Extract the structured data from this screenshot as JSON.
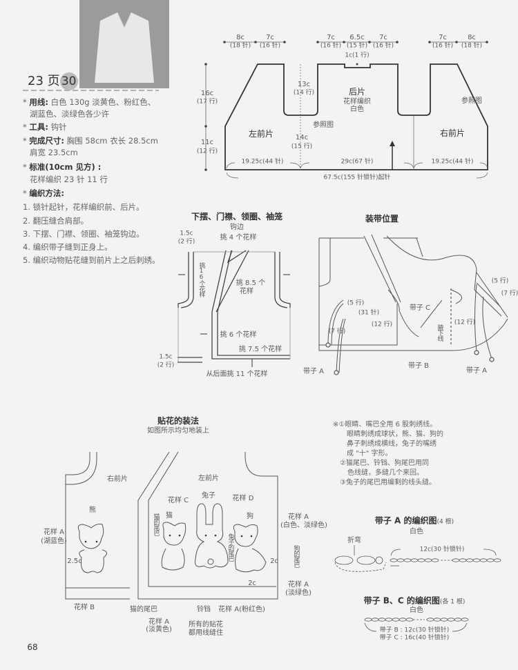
{
  "header": {
    "page_ref": "23 页",
    "badge": "30"
  },
  "specs": {
    "yarn_label": "用线:",
    "yarn_value": "白色 130g  淡黄色、粉红色、",
    "yarn_value2": "湖蓝色、淡绿色各少许",
    "tool_label": "工具:",
    "tool_value": "钩针",
    "size_label": "完成尺寸:",
    "size_value": "胸围 58cm  衣长 28.5cm",
    "size_value2": "肩宽 23.5cm",
    "gauge_label": "标准(10cm 见方) :",
    "gauge_value": "花样编织  23 针   11 行",
    "method_label": "编织方法:",
    "steps": [
      "1. 锁针起针，花样编织前、后片。",
      "2. 翻压缝合肩部。",
      "3. 下摆、门襟、领圈、袖笼钩边。",
      "4. 编织带子缝到正身上。",
      "5. 编织动物贴花缝到前片上之后刺绣。"
    ]
  },
  "body_diagram": {
    "top_left": [
      "8c",
      "(18 针)",
      "7c",
      "(16 针)"
    ],
    "top_mid": [
      "7c",
      "(16 针)",
      "6.5c",
      "(15 针)",
      "7c",
      "(16 针)"
    ],
    "top_right": [
      "7c",
      "(16 针)",
      "8c",
      "(18 针)"
    ],
    "neck": "1c(1 行)",
    "h_upper": [
      "16c",
      "(17 行)"
    ],
    "h_lower": [
      "11c",
      "(12 行)"
    ],
    "armhole": [
      "13c",
      "(14 行)"
    ],
    "side": [
      "14c",
      "(15 行)"
    ],
    "back": "后片",
    "back_stitch": "花样编织",
    "back_color": "白色",
    "see_fig": "参照图",
    "see_fig2": "参照图",
    "left_front": "左前片",
    "right_front": "右前片",
    "w_left": "19.25c(44 针)",
    "w_mid": "29c(67 针)",
    "w_right": "19.25c(44 针)",
    "total": "67.5c(155 针锁针)起针"
  },
  "edging_diagram": {
    "title": "下摆、门襟、领圈、袖笼",
    "edge": "钩边",
    "pick4": "挑 4 个花样",
    "top_w": "1.5c",
    "top_r": "(2 行)",
    "pick16": "挑16个花样",
    "pick85a": "挑 8.5 个",
    "pick85b": "花样",
    "pick6": "挑 6 个花样",
    "pick75": "挑 7.5 个花样",
    "pick11": "从后面挑 11 个花样",
    "bot_w": "1.5c",
    "bot_r": "(2 行)"
  },
  "tie_position": {
    "title": "装带位置",
    "r5": "(5 行)",
    "s31": "(31 针)",
    "r12a": "(12 行)",
    "r7": "(7 行)",
    "tie_c": "带子 C",
    "underarm": "腋下线",
    "r12b": "(12 行)",
    "tie_b": "带子 B",
    "tie_a1": "带子 A",
    "tie_a2": "带子 A",
    "r5b": "(5 行)",
    "r7b": "(7 行)"
  },
  "notes": [
    "※①眼睛、嘴巴全用 6 股刺绣线。",
    "眼睛刺绣成球状，熊、猫、狗的",
    "鼻子刺绣成横线，兔子的嘴绣",
    "成 \"十\" 字形。",
    "②猫尾巴、铃铛、狗尾巴用同",
    "色线缝，多缝几个来回。",
    "③兔子的尾巴用编剩的线头缝。"
  ],
  "applique": {
    "title": "贴花的装法",
    "subtitle": "如图所示均匀地装上",
    "right_front": "右前片",
    "bear": "熊",
    "pattern_a": "花样 A",
    "lake_blue": "(湖蓝色)",
    "w25": "2.5c",
    "pattern_b": "花样 B",
    "left_front": "左前片",
    "rabbit": "兔子",
    "pattern_c": "花样 C",
    "pattern_d": "花样 D",
    "cat": "猫",
    "cat_tail_v": "猫的尾巴",
    "dog": "狗",
    "pattern_a2": "花样 A",
    "white_green": "(白色、淡绿色)",
    "rabbit_tail": "兔子的尾巴",
    "dog_tail": "狗的尾巴",
    "w2a": "2c",
    "w2b": "2c",
    "pattern_a3": "花样 A",
    "light_green": "(淡绿色)",
    "cat_tail": "猫的尾巴",
    "bell": "铃铛",
    "pattern_a_pink": "花样 A(粉红色)",
    "pattern_a4": "花样 A",
    "light_yellow": "(淡黄色)",
    "sew1": "所有的贴花",
    "sew2": "都用线缝住"
  },
  "tie_a_chart": {
    "title": "带子 A 的编织图",
    "count": "(4 根)",
    "color": "白色",
    "fold": "折弯",
    "length": "12c(30 针锁针)"
  },
  "tie_bc_chart": {
    "title": "带子 B、C 的编织图",
    "count": "(各 1 根)",
    "color": "白色",
    "b": "带子 B : 12c(30 针锁针)",
    "c": "带子 C : 16c(40 针锁针)"
  },
  "page_number": "68"
}
